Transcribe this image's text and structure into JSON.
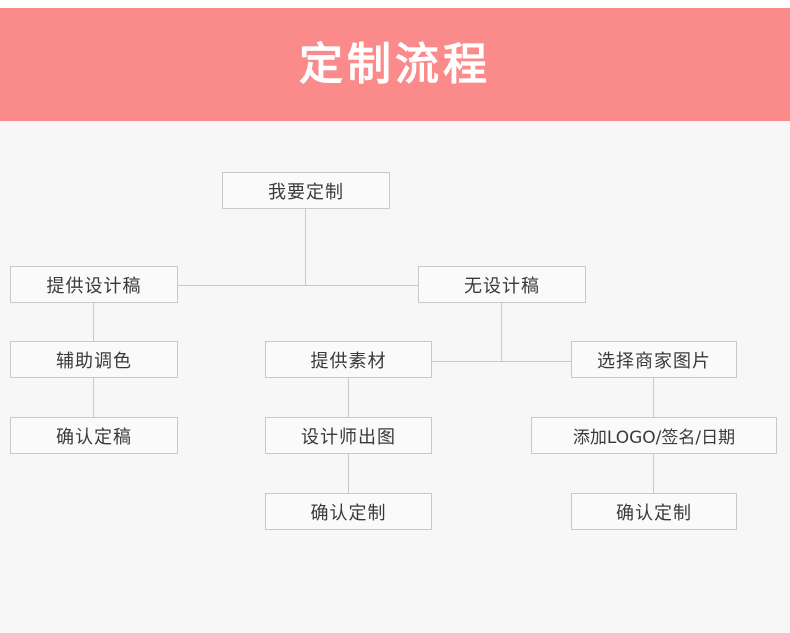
{
  "header": {
    "title": "定制流程",
    "background_color": "#fb8b8b",
    "text_color": "#ffffff"
  },
  "canvas": {
    "background_color": "#f7f7f7",
    "node_border_color": "#c9c9c9",
    "node_fill_color": "#fafafa",
    "connector_color": "#c9c9c9"
  },
  "flowchart": {
    "nodes": [
      {
        "id": "start",
        "label": "我要定制"
      },
      {
        "id": "has-design",
        "label": "提供设计稿"
      },
      {
        "id": "no-design",
        "label": "无设计稿"
      },
      {
        "id": "color-assist",
        "label": "辅助调色"
      },
      {
        "id": "provide-assets",
        "label": "提供素材"
      },
      {
        "id": "merchant-image",
        "label": "选择商家图片"
      },
      {
        "id": "confirm-draft",
        "label": "确认定稿"
      },
      {
        "id": "designer-out",
        "label": "设计师出图"
      },
      {
        "id": "add-logo",
        "label": "添加LOGO/签名/日期"
      },
      {
        "id": "confirm-order-mid",
        "label": "确认定制"
      },
      {
        "id": "confirm-order-right",
        "label": "确认定制"
      }
    ]
  }
}
